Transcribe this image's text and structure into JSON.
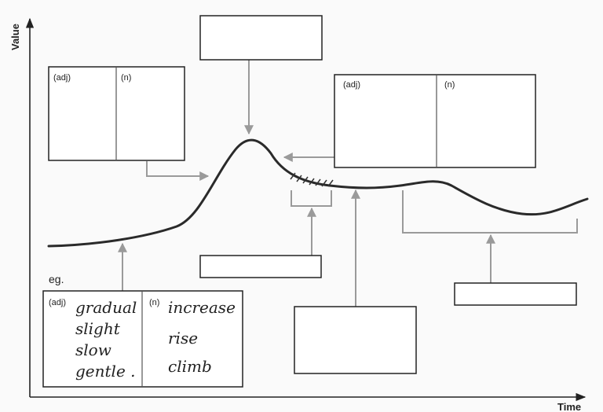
{
  "axes": {
    "y_label": "Value",
    "x_label": "Time"
  },
  "boxes": {
    "left_upper": {
      "adj_label": "(adj)",
      "n_label": "(n)"
    },
    "right_upper": {
      "adj_label": "(adj)",
      "n_label": "(n)"
    }
  },
  "example": {
    "eg_label": "eg.",
    "adj_label": "(adj)",
    "n_label": "(n)",
    "adjectives": [
      "gradual",
      "slight",
      "slow",
      "gentle ."
    ],
    "nouns": [
      "increase",
      "rise",
      "climb"
    ]
  }
}
